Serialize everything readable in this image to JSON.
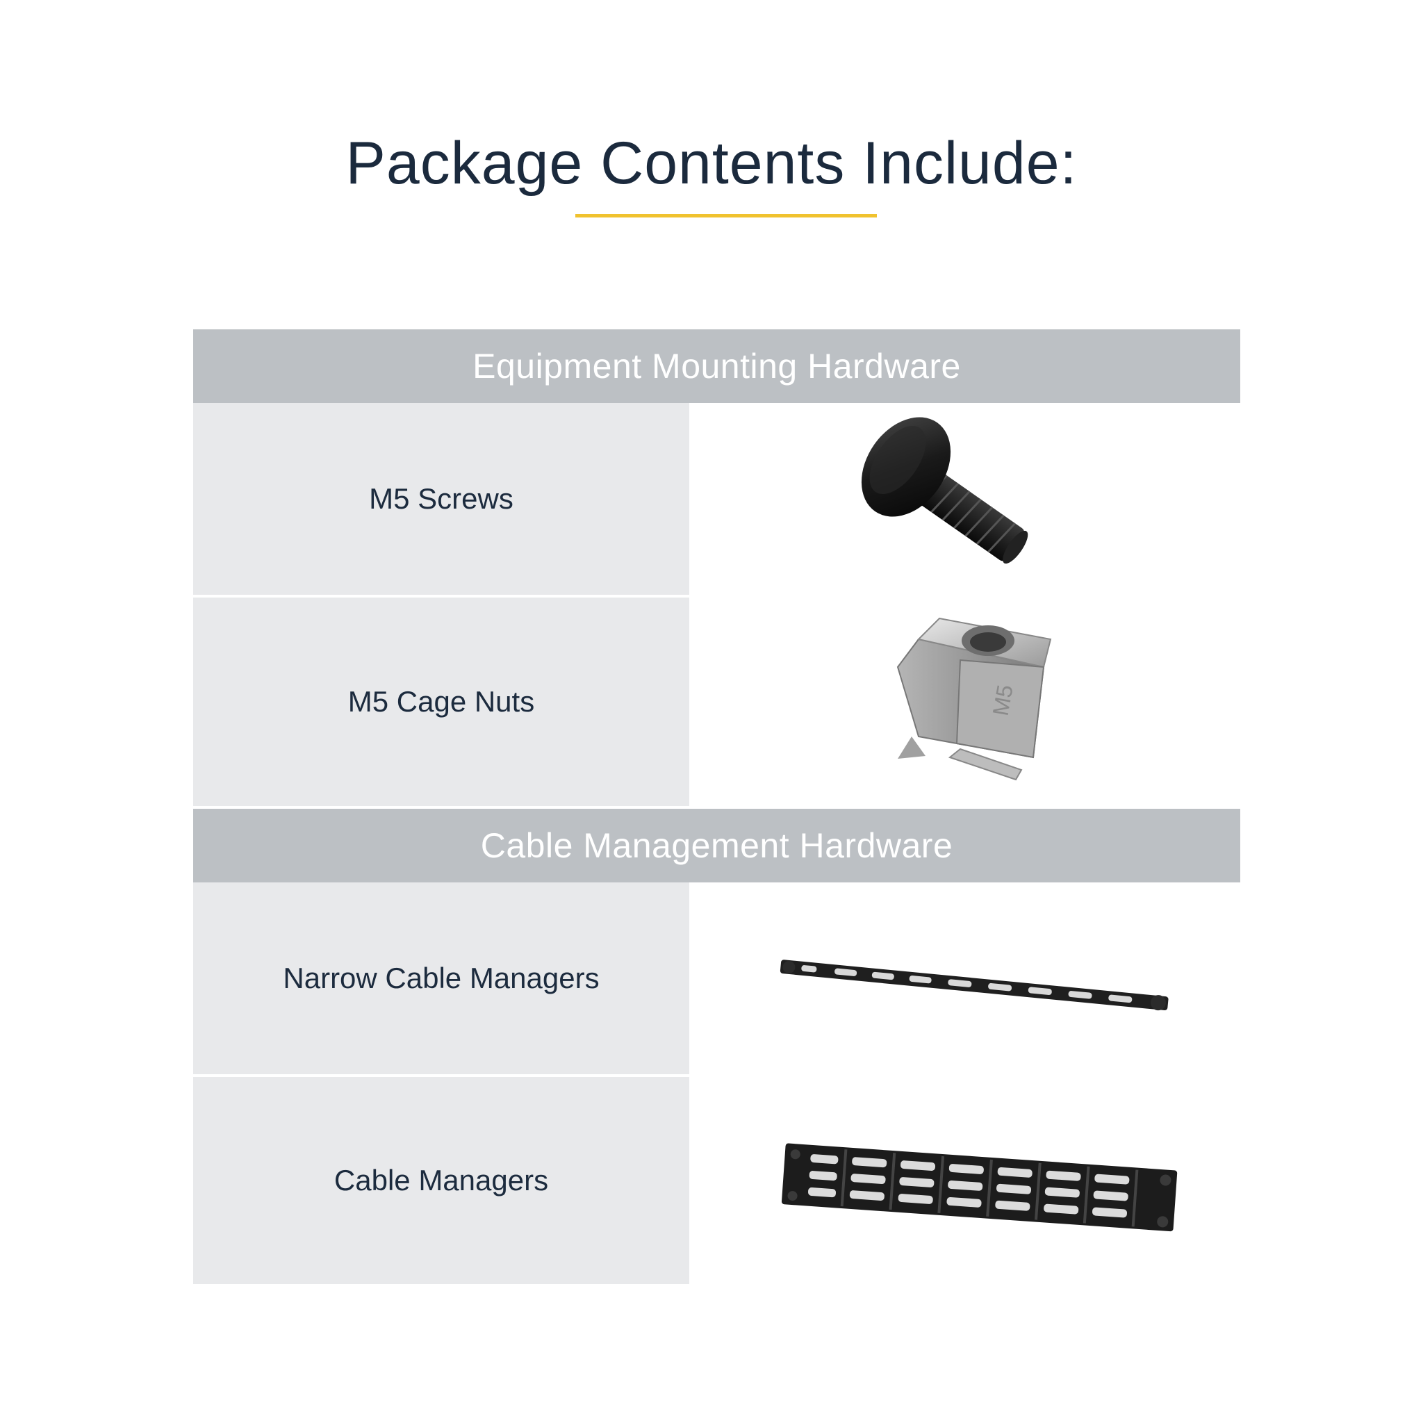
{
  "title": "Package Contents Include:",
  "sections": [
    {
      "header": "Equipment Mounting Hardware",
      "items": [
        {
          "label": "M5 Screws",
          "icon": "screw-icon"
        },
        {
          "label": "M5 Cage Nuts",
          "icon": "cage-nut-icon",
          "stamp": "M5"
        }
      ]
    },
    {
      "header": "Cable Management Hardware",
      "items": [
        {
          "label": "Narrow Cable Managers",
          "icon": "narrow-cable-manager-icon"
        },
        {
          "label": "Cable Managers",
          "icon": "cable-manager-icon"
        }
      ]
    }
  ],
  "colors": {
    "accent": "#f0c22e",
    "header_bg": "#bcc0c4",
    "label_bg": "#e8e9eb",
    "text": "#1c2b3e"
  }
}
